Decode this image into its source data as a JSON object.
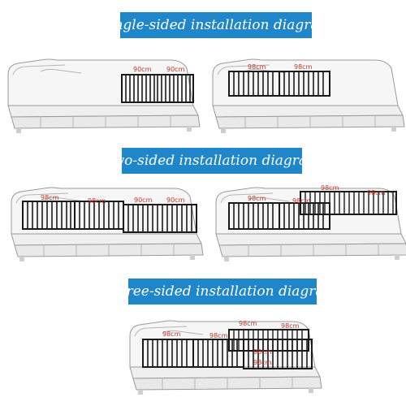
{
  "banners": {
    "single": "Single-sided installation diagram",
    "two": "Two-sided installation diagram",
    "three": "Three-sided installation diagram"
  },
  "labels": {
    "s1_a": "90cm",
    "s1_b": "90cm",
    "s2_a": "98cm",
    "s2_b": "98cm",
    "t1_a": "98cm",
    "t1_b": "98cm",
    "t1_c": "90cm",
    "t1_d": "90cm",
    "t2_a": "98cm",
    "t2_b": "98cm",
    "t2_c": "98cm",
    "t2_d": "98cm",
    "r_a": "98cm",
    "r_b": "98cm",
    "r_c": "98cm",
    "r_d": "98cm",
    "r_e": "98cm",
    "r_f": "98cm"
  },
  "colors": {
    "banner": "#1f86c9",
    "rail": "#1a1a1a",
    "label": "#c0392b",
    "bed_line": "#9a9a9a"
  }
}
